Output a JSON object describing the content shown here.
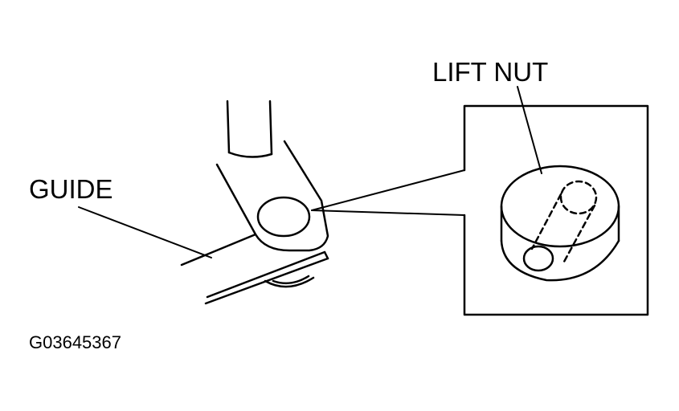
{
  "diagram": {
    "labels": {
      "guide": "GUIDE",
      "lift_nut": "LIFT NUT"
    },
    "figure_code": "G03645367",
    "colors": {
      "line": "#000000",
      "background": "#ffffff"
    }
  }
}
